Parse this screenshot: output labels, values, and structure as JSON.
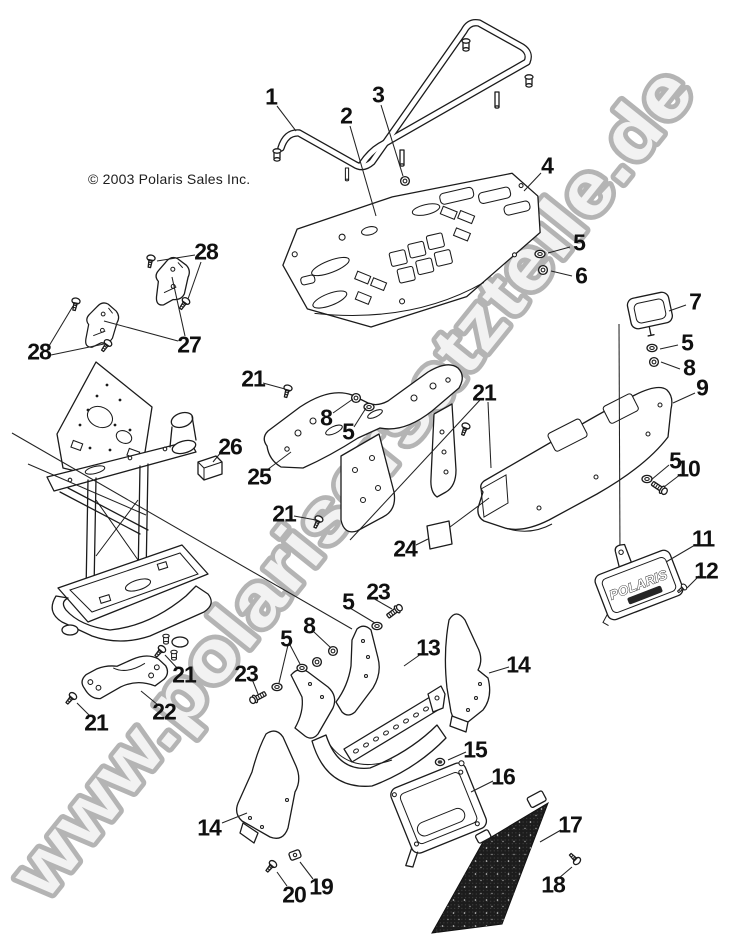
{
  "watermark": {
    "text": "www.polarisersatzteile.de",
    "fill": "#f2f2f2",
    "stroke": "#b4b4b4"
  },
  "copyright": "© 2003 Polaris Sales Inc.",
  "badge": {
    "text": "POLARIS"
  },
  "callouts": {
    "1": "1",
    "2": "2",
    "3": "3",
    "4": "4",
    "5": "5",
    "6": "6",
    "7": "7",
    "8": "8",
    "9": "9",
    "10": "10",
    "11": "11",
    "12": "12",
    "13": "13",
    "14": "14",
    "15": "15",
    "16": "16",
    "17": "17",
    "18": "18",
    "19": "19",
    "20": "20",
    "21": "21",
    "22": "22",
    "23": "23",
    "24": "24",
    "25": "25",
    "26": "26",
    "27": "27",
    "28": "28"
  },
  "colors": {
    "line": "#1b1b1b",
    "label": "#101010",
    "mesh": "#1c1c1c",
    "background": "#ffffff"
  }
}
